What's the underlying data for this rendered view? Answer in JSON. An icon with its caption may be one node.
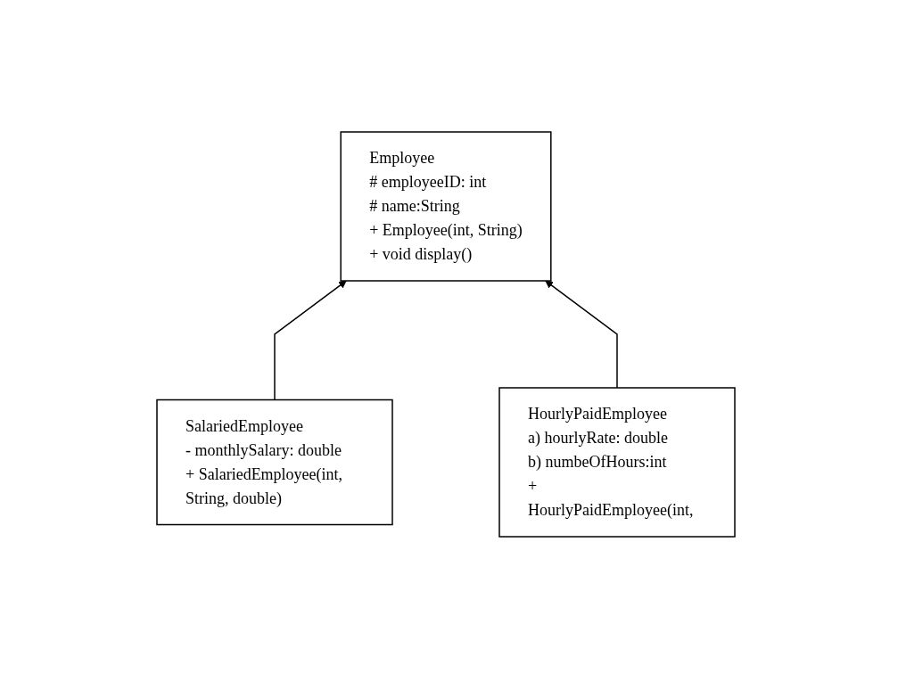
{
  "diagram": {
    "nodes": [
      {
        "text": [
          "Employee",
          "# employeeID: int",
          "# name:String",
          "+ Employee(int, String)",
          "+ void display()"
        ]
      },
      {
        "text": [
          "SalariedEmployee",
          "- monthlySalary: double",
          "+ SalariedEmployee(int, String, double)"
        ]
      },
      {
        "text": [
          "HourlyPaidEmployee",
          "a) hourlyRate: double",
          "b) numbeOfHours:int",
          "+ HourlyPaidEmployee(int,"
        ]
      }
    ],
    "edges": [
      {
        "from": 1,
        "to": 0,
        "arrow": "to"
      },
      {
        "from": 2,
        "to": 0,
        "arrow": "to"
      }
    ]
  }
}
